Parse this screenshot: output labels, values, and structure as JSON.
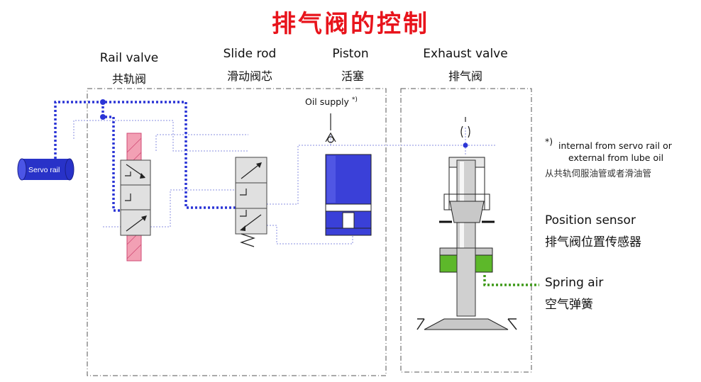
{
  "title": "排气阀的控制",
  "labels": {
    "rail_valve": "Rail valve",
    "rail_valve_cn": "共轨阀",
    "slide_rod": "Slide rod",
    "slide_rod_cn": "滑动阀芯",
    "piston": "Piston",
    "piston_cn": "活塞",
    "exhaust_valve": "Exhaust valve",
    "exhaust_valve_cn": "排气阀",
    "servo_rail": "Servo rail",
    "oil_supply": "Oil supply",
    "oil_supply_mark": "*)",
    "footnote_mark": "*)",
    "footnote_line1": "internal from servo rail or",
    "footnote_line2": "external from lube oil",
    "footnote_cn": "从共轨伺服油管或者滑油管",
    "position_sensor": "Position sensor",
    "position_sensor_cn": "排气阀位置传感器",
    "spring_air": "Spring air",
    "spring_air_cn": "空气弹簧"
  },
  "colors": {
    "title": "#e8141c",
    "servo_line": "#2b35d6",
    "thin_line": "#8a8fe0",
    "piston_fill": "#3a40d8",
    "spring_air": "#5db82a",
    "spring_line": "#3f9a1a",
    "rail_valve_body": "#f2a0b4"
  }
}
